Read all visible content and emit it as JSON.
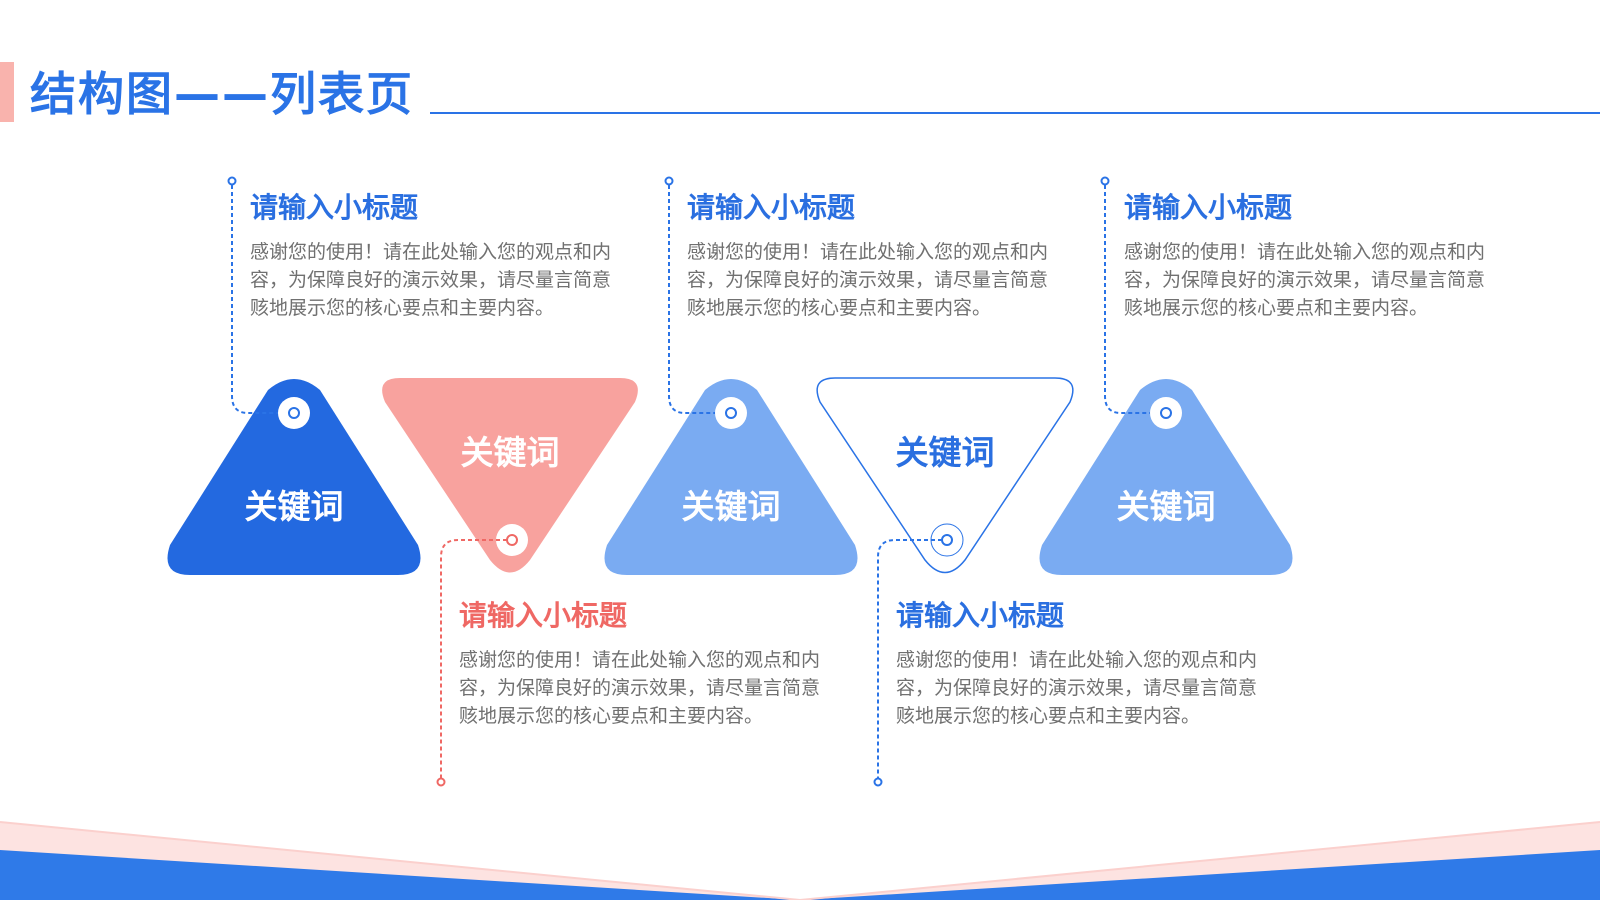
{
  "header": {
    "title": "结构图——列表页"
  },
  "items": [
    {
      "keyword": "关键词",
      "subtitle": "请输入小标题",
      "body": "感谢您的使用！请在此处输入您的观点和内容，为保障良好的演示效果，请尽量言简意赅地展示您的核心要点和主要内容。"
    },
    {
      "keyword": "关键词",
      "subtitle": "请输入小标题",
      "body": "感谢您的使用！请在此处输入您的观点和内容，为保障良好的演示效果，请尽量言简意赅地展示您的核心要点和主要内容。"
    },
    {
      "keyword": "关键词",
      "subtitle": "请输入小标题",
      "body": "感谢您的使用！请在此处输入您的观点和内容，为保障良好的演示效果，请尽量言简意赅地展示您的核心要点和主要内容。"
    },
    {
      "keyword": "关键词",
      "subtitle": "请输入小标题",
      "body": "感谢您的使用！请在此处输入您的观点和内容，为保障良好的演示效果，请尽量言简意赅地展示您的核心要点和主要内容。"
    },
    {
      "keyword": "关键词",
      "subtitle": "请输入小标题",
      "body": "感谢您的使用！请在此处输入您的观点和内容，为保障良好的演示效果，请尽量言简意赅地展示您的核心要点和主要内容。"
    }
  ],
  "colors": {
    "primary": "#2a73e6",
    "dark_blue": "#2369e0",
    "light_blue": "#7aabf2",
    "salmon": "#f8a29e",
    "red_text": "#ef6864",
    "body_gray": "#707070",
    "pink_footer": "#fde3e1"
  }
}
